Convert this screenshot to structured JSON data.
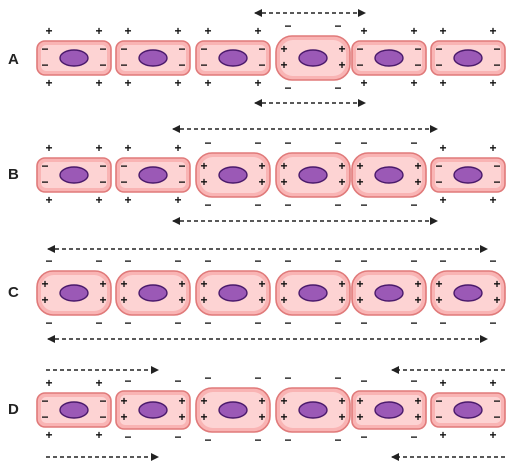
{
  "colors": {
    "cell_fill": "#f9b4b4",
    "cell_inner": "#fdd3d3",
    "cell_stroke": "#e07a7a",
    "nucleus_fill": "#9b59b6",
    "nucleus_stroke": "#4a1a6b",
    "arrow": "#222222"
  },
  "signs": {
    "plus": "+",
    "minus": "−"
  },
  "rows": [
    {
      "label": "A",
      "states": [
        "R",
        "R",
        "R",
        "D",
        "R",
        "R"
      ]
    },
    {
      "label": "B",
      "states": [
        "R",
        "R",
        "D",
        "D",
        "D",
        "R"
      ]
    },
    {
      "label": "C",
      "states": [
        "D",
        "D",
        "D",
        "D",
        "D",
        "D"
      ]
    },
    {
      "label": "D",
      "states": [
        "R",
        "P",
        "D",
        "D",
        "P",
        "R"
      ]
    }
  ]
}
